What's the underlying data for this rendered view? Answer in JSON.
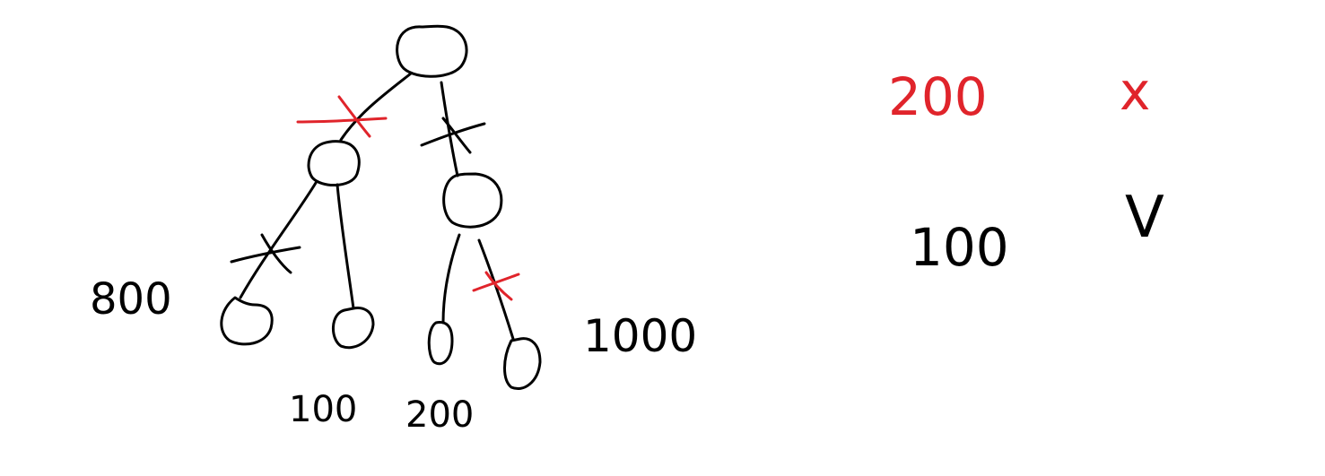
{
  "colors": {
    "ink": "#000000",
    "mark": "#e0242b",
    "background": "#ffffff"
  },
  "tree": {
    "leaf_labels": {
      "leaf_1": "800",
      "leaf_2": "100",
      "leaf_3": "200",
      "leaf_4": "1000"
    },
    "cut_marks": [
      {
        "edge": "root-left",
        "color": "red"
      },
      {
        "edge": "root-right",
        "color": "black"
      },
      {
        "edge": "left-leaf_1",
        "color": "black"
      },
      {
        "edge": "right-leaf_4",
        "color": "red"
      }
    ]
  },
  "legend": [
    {
      "value": "200",
      "mark": "x",
      "mark_name": "cross-mark",
      "color": "red"
    },
    {
      "value": "100",
      "mark": "V",
      "mark_name": "check-mark",
      "color": "black"
    }
  ]
}
